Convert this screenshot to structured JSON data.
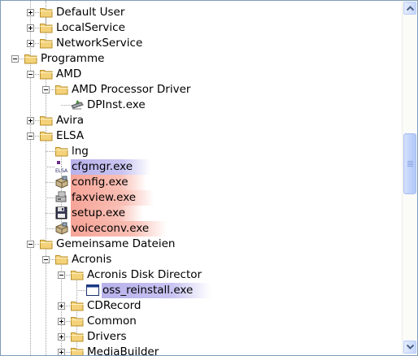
{
  "tree": {
    "rows": [
      {
        "label": "Default User",
        "depth": 2,
        "expander": "plus",
        "icon": "folder-icon"
      },
      {
        "label": "LocalService",
        "depth": 2,
        "expander": "plus",
        "icon": "folder-icon"
      },
      {
        "label": "NetworkService",
        "depth": 2,
        "expander": "plus",
        "icon": "folder-icon"
      },
      {
        "label": "Programme",
        "depth": 1,
        "expander": "minus",
        "icon": "folder-icon"
      },
      {
        "label": "AMD",
        "depth": 2,
        "expander": "minus",
        "icon": "folder-icon"
      },
      {
        "label": "AMD Processor Driver",
        "depth": 3,
        "expander": "minus",
        "icon": "folder-icon"
      },
      {
        "label": "DPInst.exe",
        "depth": 4,
        "expander": "none",
        "icon": "installer-exe-icon"
      },
      {
        "label": "Avira",
        "depth": 2,
        "expander": "plus",
        "icon": "folder-icon"
      },
      {
        "label": "ELSA",
        "depth": 2,
        "expander": "minus",
        "icon": "folder-icon"
      },
      {
        "label": "lng",
        "depth": 3,
        "expander": "none",
        "icon": "folder-icon"
      },
      {
        "label": "cfgmgr.exe",
        "depth": 3,
        "expander": "none",
        "icon": "elsa-exe-icon",
        "highlight": "blue"
      },
      {
        "label": "config.exe",
        "depth": 3,
        "expander": "none",
        "icon": "setup-box-icon",
        "highlight": "red"
      },
      {
        "label": "faxview.exe",
        "depth": 3,
        "expander": "none",
        "icon": "fax-exe-icon",
        "highlight": "red"
      },
      {
        "label": "setup.exe",
        "depth": 3,
        "expander": "none",
        "icon": "floppy-exe-icon",
        "highlight": "red"
      },
      {
        "label": "voiceconv.exe",
        "depth": 3,
        "expander": "none",
        "icon": "setup-box-icon",
        "highlight": "red"
      },
      {
        "label": "Gemeinsame Dateien",
        "depth": 2,
        "expander": "minus",
        "icon": "folder-icon"
      },
      {
        "label": "Acronis",
        "depth": 3,
        "expander": "minus",
        "icon": "folder-icon"
      },
      {
        "label": "Acronis Disk Director",
        "depth": 4,
        "expander": "minus",
        "icon": "folder-icon"
      },
      {
        "label": "oss_reinstall.exe",
        "depth": 5,
        "expander": "none",
        "icon": "window-exe-icon",
        "highlight": "blue"
      },
      {
        "label": "CDRecord",
        "depth": 4,
        "expander": "plus",
        "icon": "folder-icon"
      },
      {
        "label": "Common",
        "depth": 4,
        "expander": "plus",
        "icon": "folder-icon"
      },
      {
        "label": "Drivers",
        "depth": 4,
        "expander": "plus",
        "icon": "folder-icon"
      },
      {
        "label": "MediaBuilder",
        "depth": 4,
        "expander": "plus",
        "icon": "folder-icon"
      }
    ]
  },
  "scrollbar": {
    "position": 0.38,
    "up_icon": "scroll-up-arrow-icon",
    "down_icon": "scroll-down-arrow-icon"
  },
  "colors": {
    "highlight_blue": "#b7b1ea",
    "highlight_red": "#f6a497",
    "folder": "#f4d27a",
    "border": "#7f9db9"
  }
}
